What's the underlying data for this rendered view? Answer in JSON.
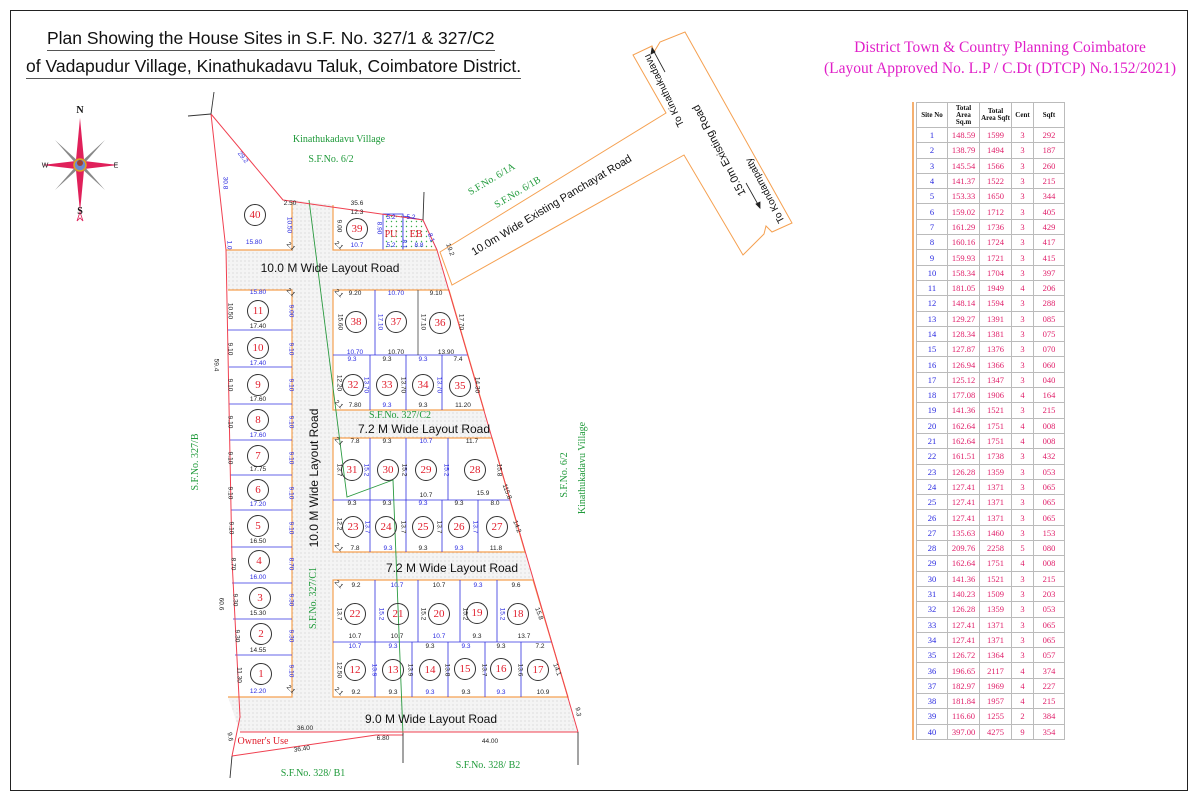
{
  "title": {
    "line1": "Plan Showing the  House Sites in S.F. No. 327/1 & 327/C2",
    "line2": "of Vadapudur  Village, Kinathukadavu Taluk,  Coimbatore District."
  },
  "approval": {
    "line1": "District Town & Country Planning Coimbatore",
    "line2": "(Layout  Approved No. L.P / C.Dt (DTCP) No.152/2021)"
  },
  "compass": {
    "n": "N",
    "s": "S",
    "e": "E",
    "w": "W"
  },
  "roads": {
    "top_road": "10.0 M Wide Layout Road",
    "vertical_road": "10.0 M Wide Layout Road",
    "middle_road_1": "7.2 M Wide Layout Road",
    "middle_road_2": "7.2 M Wide Layout Road",
    "bottom_road": "9.0 M Wide Layout Road",
    "panchayat_road": "10.0m  Wide Existing  Panchayat Road",
    "existing_road": "15.0m     Existing     Road",
    "to_kinathukadavu": "To Kinathukadavu",
    "to_kondampatty": "To Kondampatty"
  },
  "survey_labels": {
    "kinathukadavu_village_top": "Kinathukadavu Village",
    "sf_6_2_top": "S.F.No. 6/2",
    "sf_6_1a": "S.F.No. 6/1A",
    "sf_6_1b": "S.F.No. 6/1B",
    "sf_327_b": "S.F.No. 327/B",
    "sf_327_c2": "S.F.No. 327/C2",
    "sf_327_c1": "S.F.No. 327/C1",
    "sf_6_2_right": "S.F.No. 6/2",
    "kinathukadavu_village_right": "Kinathukadavu Village",
    "sf_328_b1": "S.F.No. 328/ B1",
    "sf_328_b2": "S.F.No. 328/ B2",
    "owners_use": "Owner's Use"
  },
  "utility_plots": {
    "pu": "PU",
    "eb": "EB"
  },
  "dimensions": [
    "29.2",
    "30.8",
    "2.50",
    "35.6",
    "12.3",
    "10.50",
    "9.00",
    "8.90",
    "5.2",
    "5.2",
    "8.1",
    "8.1",
    "15.80",
    "1.0",
    "2.1",
    "2.1",
    "10.7",
    "5.2",
    "8.8",
    "19.2",
    "15.80",
    "2.1",
    "10.50",
    "9.00",
    "17.40",
    "9.10",
    "9.10",
    "17.40",
    "59.4",
    "9.10",
    "9.10",
    "17.60",
    "9.10",
    "9.10",
    "17.60",
    "9.10",
    "9.10",
    "17.75",
    "9.10",
    "9.10",
    "17.20",
    "9.10",
    "9.10",
    "16.50",
    "8.70",
    "8.70",
    "16.00",
    "9.30",
    "9.30",
    "15.30",
    "60.6",
    "9.30",
    "9.30",
    "14.55",
    "11.30",
    "9.10",
    "12.20",
    "2.1",
    "2.1",
    "9.20",
    "10.70",
    "9.10",
    "15.60",
    "17.10",
    "17.10",
    "17.70",
    "10.70",
    "10.70",
    "13.90",
    "9.3",
    "9.3",
    "9.3",
    "7.4",
    "12.20",
    "13.70",
    "13.70",
    "13.70",
    "14.30",
    "2.1",
    "7.80",
    "9.3",
    "9.3",
    "11.20",
    "2.1",
    "7.8",
    "9.3",
    "10.7",
    "11.7",
    "13.7",
    "15.2",
    "15.2",
    "15.2",
    "15.8",
    "10.7",
    "15.9",
    "9.3",
    "9.3",
    "9.3",
    "9.3",
    "8.0",
    "115.8",
    "12.2",
    "13.7",
    "13.7",
    "13.7",
    "13.7",
    "14.2",
    "2.1",
    "7.8",
    "9.3",
    "9.3",
    "9.3",
    "11.8",
    "2.1",
    "9.2",
    "10.7",
    "10.7",
    "9.3",
    "9.6",
    "13.7",
    "15.2",
    "15.2",
    "15.2",
    "15.2",
    "15.8",
    "10.7",
    "10.7",
    "10.7",
    "9.3",
    "13.7",
    "10.7",
    "9.3",
    "9.3",
    "9.3",
    "9.3",
    "7.2",
    "12.50",
    "13.9",
    "13.9",
    "13.8",
    "13.7",
    "13.6",
    "14.1",
    "2.1",
    "9.2",
    "9.3",
    "9.3",
    "9.3",
    "9.3",
    "10.9",
    "36.00",
    "36.40",
    "6.80",
    "44.00",
    "9.6",
    "9.3"
  ],
  "site_table": {
    "headers": [
      "Site No",
      "Total Area Sq.m",
      "Total Area Sqft",
      "Cent",
      "Sqft"
    ],
    "rows": [
      [
        "1",
        "148.59",
        "1599",
        "3",
        "292"
      ],
      [
        "2",
        "138.79",
        "1494",
        "3",
        "187"
      ],
      [
        "3",
        "145.54",
        "1566",
        "3",
        "260"
      ],
      [
        "4",
        "141.37",
        "1522",
        "3",
        "215"
      ],
      [
        "5",
        "153.33",
        "1650",
        "3",
        "344"
      ],
      [
        "6",
        "159.02",
        "1712",
        "3",
        "405"
      ],
      [
        "7",
        "161.29",
        "1736",
        "3",
        "429"
      ],
      [
        "8",
        "160.16",
        "1724",
        "3",
        "417"
      ],
      [
        "9",
        "159.93",
        "1721",
        "3",
        "415"
      ],
      [
        "10",
        "158.34",
        "1704",
        "3",
        "397"
      ],
      [
        "11",
        "181.05",
        "1949",
        "4",
        "206"
      ],
      [
        "12",
        "148.14",
        "1594",
        "3",
        "288"
      ],
      [
        "13",
        "129.27",
        "1391",
        "3",
        "085"
      ],
      [
        "14",
        "128.34",
        "1381",
        "3",
        "075"
      ],
      [
        "15",
        "127.87",
        "1376",
        "3",
        "070"
      ],
      [
        "16",
        "126.94",
        "1366",
        "3",
        "060"
      ],
      [
        "17",
        "125.12",
        "1347",
        "3",
        "040"
      ],
      [
        "18",
        "177.08",
        "1906",
        "4",
        "164"
      ],
      [
        "19",
        "141.36",
        "1521",
        "3",
        "215"
      ],
      [
        "20",
        "162.64",
        "1751",
        "4",
        "008"
      ],
      [
        "21",
        "162.64",
        "1751",
        "4",
        "008"
      ],
      [
        "22",
        "161.51",
        "1738",
        "3",
        "432"
      ],
      [
        "23",
        "126.28",
        "1359",
        "3",
        "053"
      ],
      [
        "24",
        "127.41",
        "1371",
        "3",
        "065"
      ],
      [
        "25",
        "127.41",
        "1371",
        "3",
        "065"
      ],
      [
        "26",
        "127.41",
        "1371",
        "3",
        "065"
      ],
      [
        "27",
        "135.63",
        "1460",
        "3",
        "153"
      ],
      [
        "28",
        "209.76",
        "2258",
        "5",
        "080"
      ],
      [
        "29",
        "162.64",
        "1751",
        "4",
        "008"
      ],
      [
        "30",
        "141.36",
        "1521",
        "3",
        "215"
      ],
      [
        "31",
        "140.23",
        "1509",
        "3",
        "203"
      ],
      [
        "32",
        "126.28",
        "1359",
        "3",
        "053"
      ],
      [
        "33",
        "127.41",
        "1371",
        "3",
        "065"
      ],
      [
        "34",
        "127.41",
        "1371",
        "3",
        "065"
      ],
      [
        "35",
        "126.72",
        "1364",
        "3",
        "057"
      ],
      [
        "36",
        "196.65",
        "2117",
        "4",
        "374"
      ],
      [
        "37",
        "182.97",
        "1969",
        "4",
        "227"
      ],
      [
        "38",
        "181.84",
        "1957",
        "4",
        "215"
      ],
      [
        "39",
        "116.60",
        "1255",
        "2",
        "384"
      ],
      [
        "40",
        "397.00",
        "4275",
        "9",
        "354"
      ]
    ]
  },
  "colors": {
    "boundary": "#f04050",
    "road_edge": "#f5a050",
    "plot_divider": "#3030e0",
    "survey_text": "#1f9a3a",
    "site_number": "#e01c2a",
    "approval_text": "#e020c8"
  }
}
